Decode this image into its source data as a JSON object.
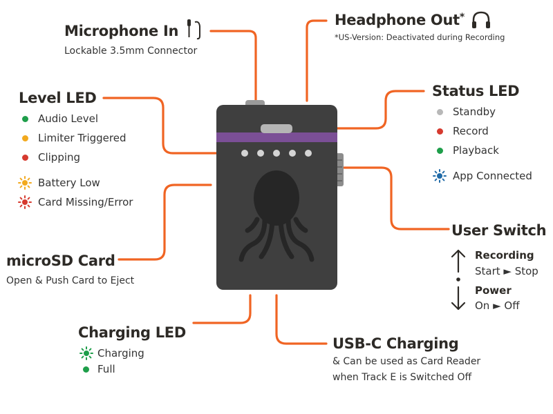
{
  "microphone": {
    "title": "Microphone In",
    "subtitle": "Lockable 3.5mm Connector"
  },
  "headphone": {
    "title": "Headphone Out",
    "asterisk": "*",
    "note": "*US-Version: Deactivated during Recording"
  },
  "level_led": {
    "title": "Level LED",
    "items": [
      {
        "label": "Audio Level",
        "color": "#1e9e4a"
      },
      {
        "label": "Limiter Triggered",
        "color": "#f2a91e"
      },
      {
        "label": "Clipping",
        "color": "#d63a2f"
      },
      {
        "label": "Battery Low",
        "color": "#f2a91e",
        "icon": "blinking-sun-icon"
      },
      {
        "label": "Card Missing/Error",
        "color": "#d63a2f",
        "icon": "blinking-sun-icon"
      }
    ]
  },
  "status_led": {
    "title": "Status LED",
    "items": [
      {
        "label": "Standby",
        "color": "#b8b8b8"
      },
      {
        "label": "Record",
        "color": "#d63a2f"
      },
      {
        "label": "Playback",
        "color": "#1e9e4a"
      },
      {
        "label": "App Connected",
        "color": "#1f6aa8",
        "icon": "blinking-sun-icon"
      }
    ]
  },
  "user_switch": {
    "title": "User Switch",
    "recording_label": "Recording",
    "recording_action": "Start ► Stop",
    "power_label": "Power",
    "power_action": "On ► Off"
  },
  "microsd": {
    "title": "microSD Card",
    "subtitle": "Open & Push Card to Eject"
  },
  "charging_led": {
    "title": "Charging LED",
    "items": [
      {
        "label": "Charging",
        "color": "#1e9e4a",
        "icon": "blinking-sun-icon"
      },
      {
        "label": "Full",
        "color": "#1e9e4a"
      }
    ]
  },
  "usb_c": {
    "title": "USB-C Charging",
    "line1": "& Can be used as Card Reader",
    "line2": "when Track E is Switched Off"
  },
  "colors": {
    "leader": "#f06423",
    "device": "#3f3f3f",
    "band": "#7b4f96",
    "logo": "#2a2a2a"
  }
}
